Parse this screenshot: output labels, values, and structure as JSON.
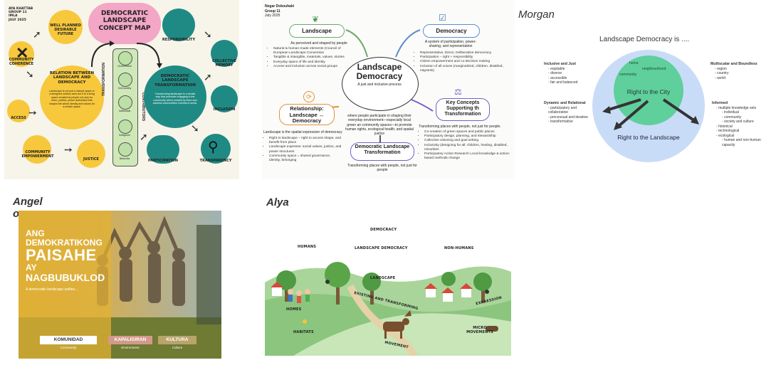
{
  "card1": {
    "author": [
      "AYA KHATTAB",
      "GROUP 11",
      "IMLA",
      "JULY 2025"
    ],
    "title": "DEMOCRATIC LANDSCAPE CONCEPT MAP",
    "center_left_title": "RELATION BETWEEN LANDSCAPE AND DEMOCRACY",
    "center_left_body": "Landscape is not just a natural space or a designed outdoor area but it is a living space created by people not only for them, politics, power authorities that shapes the whole identity and values for a certain space.",
    "center_right_title": "DEMOCRATIC LANDSCAPE TRANSFORMATION",
    "center_right_body": "Transforming landscape is a certain way that promotes engaging in the community which created by them and address communities' members needs.",
    "transformation": "TRANSFORMATION",
    "contributors": "CONTRIBUTORS",
    "contributor_items": [
      "Government",
      "Civil society",
      "Individuals",
      "Designers",
      "Networks"
    ],
    "nodes": {
      "well_planned": "WELL PLANNED DESIRABLE FUTURE",
      "community_coherence": "COMMUNITY COHERENCE",
      "access": "ACCESS",
      "community_empowerment": "COMMUNITY EMPOWERMENT",
      "justice": "JUSTICE",
      "responsibility": "RESPONSIBILITY",
      "collective_memory": "COLLECTIVE MEMORY",
      "inclusion": "INCLUSION",
      "participation": "PARTICIPATION",
      "transparency": "TRANSPARENCY"
    }
  },
  "card2": {
    "author": [
      "Negar Dokouhaki",
      "Group 11",
      "July 2025"
    ],
    "landscape": {
      "title": "Landscape",
      "subtitle": "As perceived and shaped by people",
      "items": [
        "Natural & human-made elements (Council of European Landscape Convention",
        "Tangible & intangible, materials, values, stories",
        "Everyday space of life and identity",
        "Access and inclusion across social groups"
      ]
    },
    "democracy": {
      "title": "Democracy",
      "subtitle": "A system of participation, power-sharing, and representation",
      "items": [
        "Representative, Direct, Deliberative democracy",
        "Participation – right + responsibility",
        "Citizen empowerment and co-decision making",
        "Inclusion of all voices (marginalized, children, disabled, migrants)"
      ]
    },
    "center": {
      "title": "Landscape Democracy",
      "subtitle": "A just and inclusive process"
    },
    "center_text": "where people participate in shaping their everyday environment—especially local green an community spaces—to promote human rights, ecological health, and spatial justice",
    "relationship": {
      "title": "Relationship: Landscape ↔ Democracy",
      "subtitle": "Landscape is the spatial expression of democracy",
      "items": [
        "Right to landscape – right to access shape, and benefit from place",
        "Landscape expresse: social values, justice, and power structures",
        "Community space = shared governance, identity, belonging"
      ]
    },
    "key_concepts": {
      "title": "Key Concepts Supporting th Transformation",
      "subtitle": "Transforming places with people, not just for people.",
      "items": [
        "Co-creation of green spaces and public places",
        "Participatory design, planning, and stewardship",
        "Collective visioning and goal setting",
        "Inclusivity (designing for all: children, healing, disabled, minorities",
        "Participatory Action Research Local knowledge & action-based methods change"
      ]
    },
    "transformation": {
      "title": "Democratic Landscape Transformation",
      "subtitle": "Transforming places with people, not just for people"
    }
  },
  "card3": {
    "label": "Morgan",
    "title": "Landscape Democracy is ....",
    "inner_words": [
      "home",
      "neighbourhood",
      "community"
    ],
    "inner_center": "Right to the City",
    "outer_center": "Right to the Landscape",
    "left_top": {
      "title": "Inclusive and Just",
      "items": [
        "equitable",
        "diverse",
        "accessible",
        "fair and balanced"
      ]
    },
    "left_bottom": {
      "title": "Dynamic and Relational",
      "items": [
        "participatory and collaborative",
        "processual and iterative",
        "transformative"
      ]
    },
    "right_top": {
      "title": "Multiscalar and Boundless",
      "items": [
        "region",
        "country",
        "world"
      ]
    },
    "right_bottom": {
      "title": "Informed",
      "items": [
        "multiple knowledge sets",
        "individual",
        "community",
        "society and culture",
        "historical",
        "technological",
        "ecological",
        "human and non-human capacity"
      ]
    }
  },
  "card4": {
    "label": "Angel o",
    "title_lines": [
      "ANG",
      "DEMOKRATIKONG",
      "PAISAHE",
      "AY",
      "NAGBUBUKLOD"
    ],
    "subtitle": "A democratic landscape unifies...",
    "tabs": [
      {
        "label": "KOMUNIDAD",
        "sub": "Community"
      },
      {
        "label": "KAPALIGIRAN",
        "sub": "Environment"
      },
      {
        "label": "KULTURA",
        "sub": "Culture"
      }
    ]
  },
  "card5": {
    "label": "Alya",
    "words": [
      "DEMOCRACY",
      "HUMANS",
      "LANDSCAPE DEMOCRACY",
      "NON-HUMANS",
      "LANDSCAPE",
      "EXISTING AND TRANSFORMING",
      "EXPRESSION",
      "HOMES",
      "HABITATS",
      "MOVEMENT",
      "MICRO MOVEMENTS"
    ]
  }
}
